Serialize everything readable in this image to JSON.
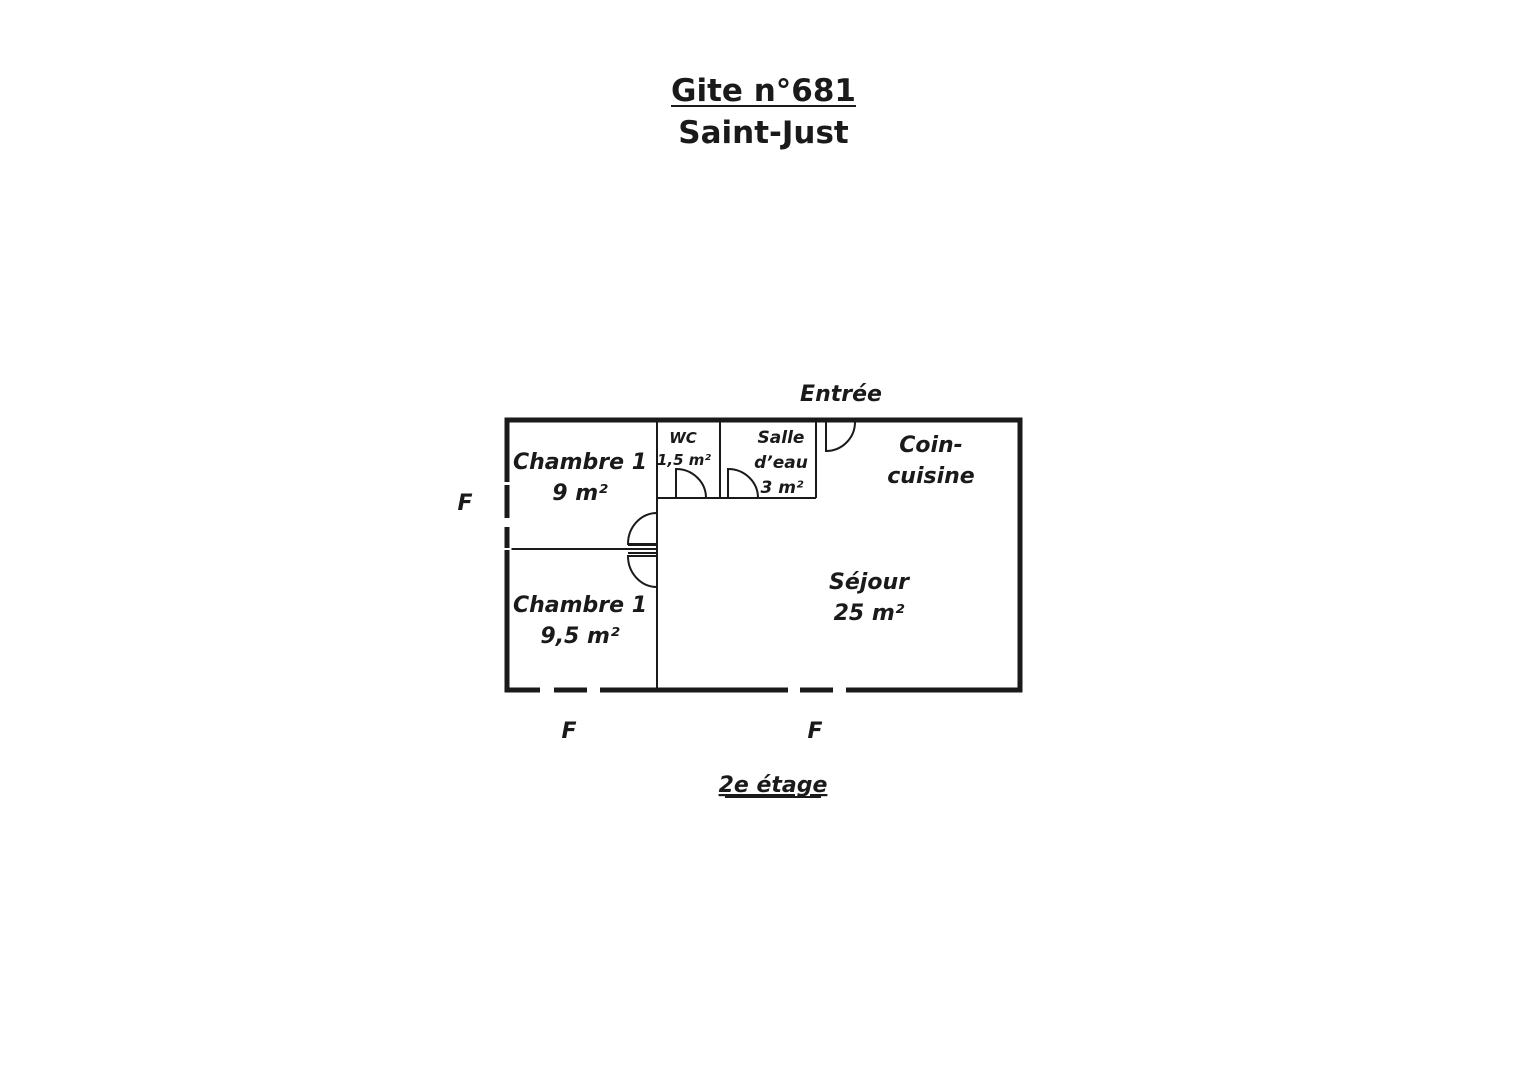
{
  "header": {
    "title": "Gite n°681",
    "subtitle": "Saint-Just"
  },
  "plan": {
    "entrance_label": "Entrée",
    "rooms": [
      {
        "id": "chambre-a",
        "name": "Chambre 1",
        "area": "9 m²"
      },
      {
        "id": "chambre-b",
        "name": "Chambre 1",
        "area": "9,5 m²"
      },
      {
        "id": "wc",
        "name": "WC",
        "area": "1,5 m²"
      },
      {
        "id": "salle-eau",
        "name_line1": "Salle",
        "name_line2": "d’eau",
        "area": "3 m²"
      },
      {
        "id": "coin-cuisine",
        "name_line1": "Coin-",
        "name_line2": "cuisine"
      },
      {
        "id": "sejour",
        "name": "Séjour",
        "area": "25 m²"
      }
    ],
    "window_label": "F",
    "floor_label": "2e étage"
  },
  "colors": {
    "ink": "#1a1a1a",
    "background": "#ffffff"
  }
}
